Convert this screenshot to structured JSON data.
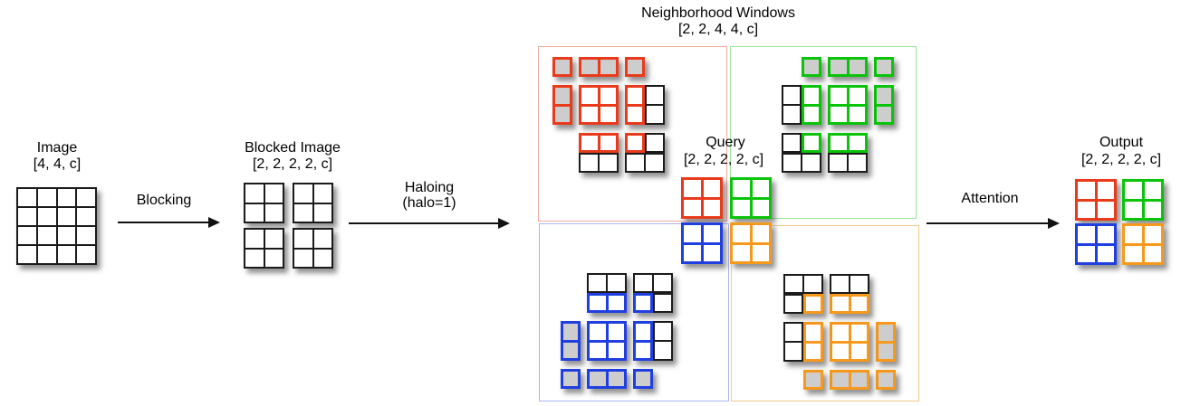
{
  "diagram": {
    "image": {
      "label": "Image",
      "shape": "[4, 4, c]"
    },
    "blocking_arrow": {
      "label": "Blocking"
    },
    "blocked_image": {
      "label": "Blocked Image",
      "shape": "[2, 2, 2, 2, c]"
    },
    "haloing_arrow": {
      "label": "Haloing",
      "sublabel": "(halo=1)"
    },
    "neighborhood_windows": {
      "label": "Neighborhood Windows",
      "shape": "[2, 2, 4, 4, c]"
    },
    "query": {
      "label": "Query",
      "shape": "[2, 2, 2, 2, c]"
    },
    "attention_arrow": {
      "label": "Attention"
    },
    "output": {
      "label": "Output",
      "shape": "[2, 2, 2, 2, c]"
    },
    "colors": {
      "red": "#e93a1c",
      "green": "#0ac40a",
      "blue": "#1f3fe0",
      "orange": "#f7991d",
      "red_box": "#f4ab9e",
      "green_box": "#98e698",
      "blue_box": "#aab6f0",
      "orange_box": "#f3c88b",
      "halo_fill": "#cdcdcd",
      "grid_black": "#1b1b1b",
      "cell_white": "#ffffff"
    },
    "blocks": [
      {
        "position": "top-left",
        "color": "red"
      },
      {
        "position": "top-right",
        "color": "green"
      },
      {
        "position": "bottom-left",
        "color": "blue"
      },
      {
        "position": "bottom-right",
        "color": "orange"
      }
    ]
  }
}
